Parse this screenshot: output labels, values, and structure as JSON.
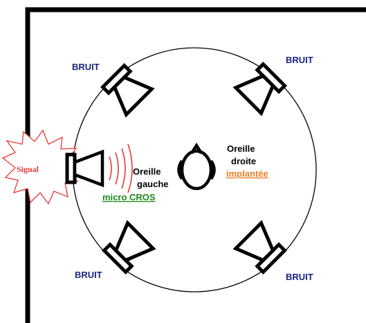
{
  "labels": {
    "bruit_top_left": "BRUIT",
    "bruit_top_right": "BRUIT",
    "bruit_bottom_left": "BRUIT",
    "bruit_bottom_right": "BRUIT",
    "signal": "Signal",
    "oreille_gauche_1": "Oreille",
    "oreille_gauche_2": "gauche",
    "micro_cros": "micro CROS",
    "oreille_droite_1": "Oreille",
    "oreille_droite_2": "droite",
    "implantee": "implantée"
  },
  "colors": {
    "bruit": "#1a237e",
    "signal": "#e53935",
    "micro_cros": "#1b8a1b",
    "implantee": "#ef7d22",
    "line": "#000000"
  },
  "icons": {
    "speaker": "loudspeaker-icon",
    "head": "head-top-view-icon",
    "burst": "starburst-icon",
    "waves": "sound-waves-icon"
  }
}
